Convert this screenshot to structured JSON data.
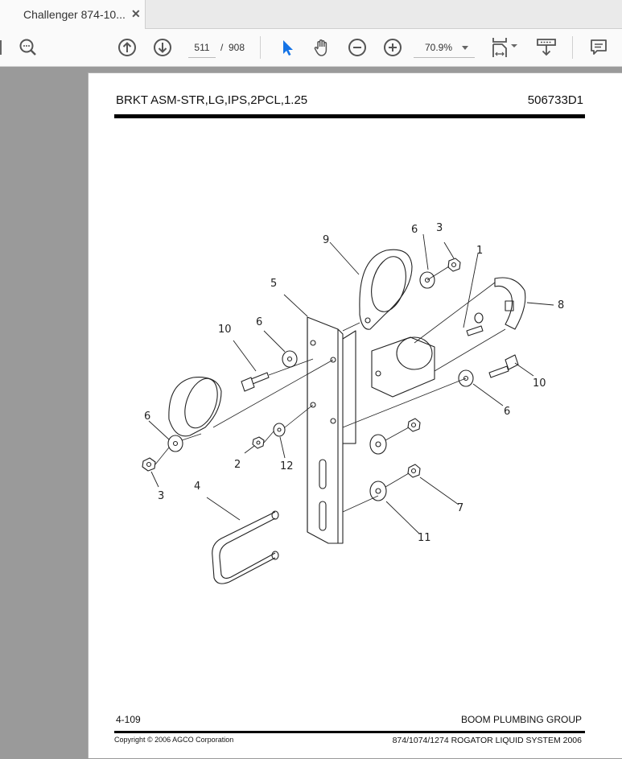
{
  "window": {
    "tab": {
      "title": "Challenger 874-10...",
      "close_icon": "close-icon"
    }
  },
  "toolbar": {
    "icons": [
      "zoom-marquee-icon",
      "prev-page-icon",
      "next-page-icon",
      "select-pointer-icon",
      "hand-pan-icon",
      "zoom-out-icon",
      "zoom-in-icon",
      "fit-page-icon",
      "scroll-mode-icon",
      "comment-icon"
    ],
    "page_current": "511",
    "page_separator": "/",
    "page_total": "908",
    "zoom_level": "70.9%",
    "accent_color": "#1473e6"
  },
  "document": {
    "header": {
      "title": "BRKT ASM-STR,LG,IPS,2PCL,1.25",
      "part_number": "506733D1"
    },
    "diagram": {
      "callouts": [
        "9",
        "6",
        "3",
        "1",
        "8",
        "5",
        "10",
        "6",
        "10",
        "6",
        "6",
        "3",
        "2",
        "12",
        "4",
        "7",
        "11"
      ]
    },
    "footer": {
      "page_number": "4-109",
      "group": "BOOM PLUMBING GROUP",
      "copyright": "Copyright © 2006 AGCO Corporation",
      "system": "874/1074/1274 ROGATOR LIQUID SYSTEM 2006"
    }
  }
}
